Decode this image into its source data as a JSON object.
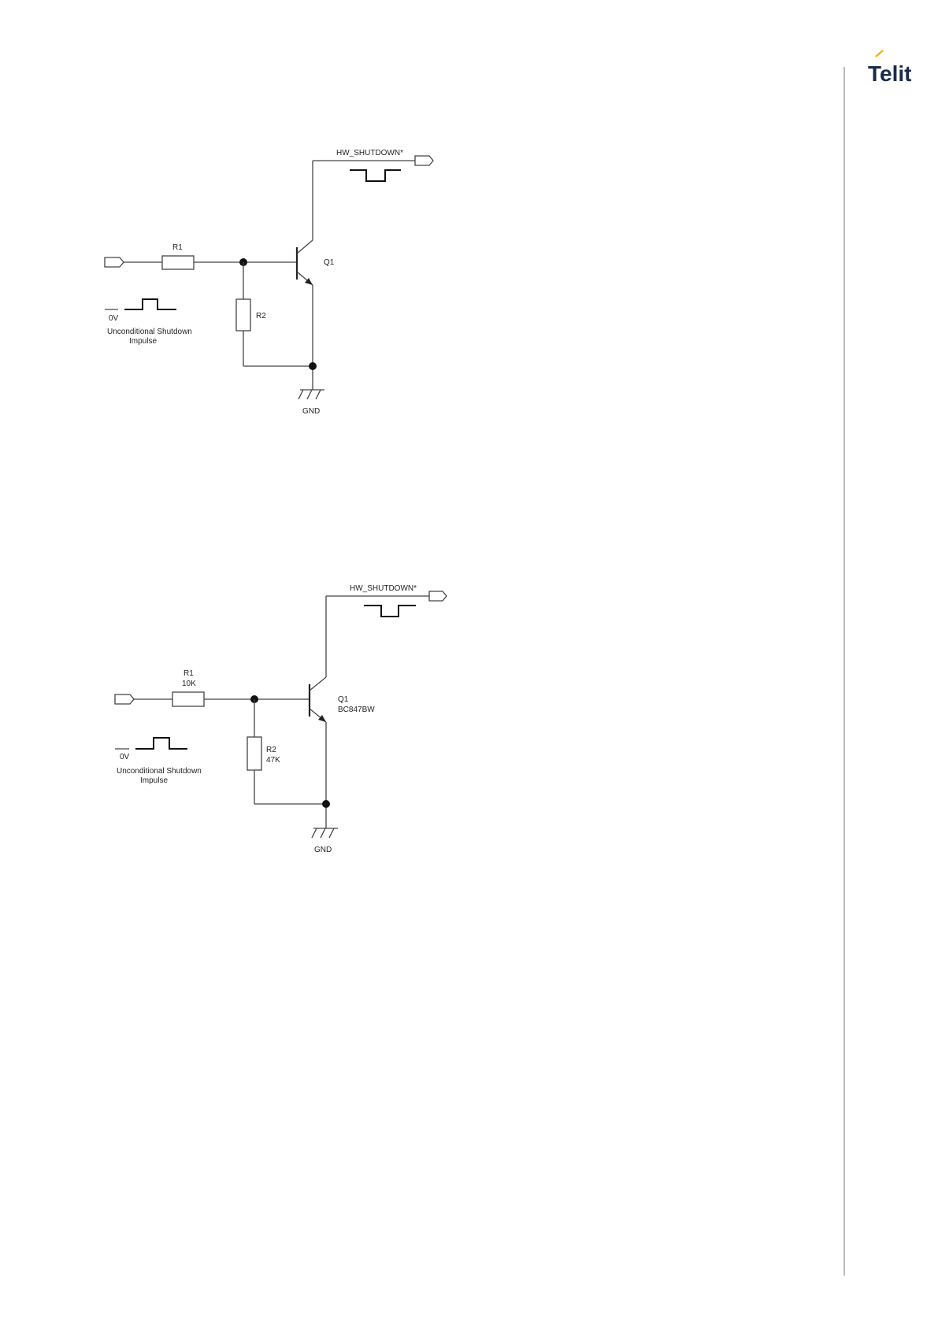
{
  "header": {
    "logo_text": "Telit",
    "brand_color": "#1a2a4a",
    "accent_color": "#f2b705"
  },
  "schematic_top": {
    "output_label": "HW_SHUTDOWN*",
    "r1": {
      "name": "R1",
      "value": ""
    },
    "r2": {
      "name": "R2",
      "value": ""
    },
    "q1": {
      "name": "Q1",
      "part": ""
    },
    "gnd": "GND",
    "level_label": "0V",
    "caption_line1": "Unconditional Shutdown",
    "caption_line2": "Impulse"
  },
  "schematic_bottom": {
    "output_label": "HW_SHUTDOWN*",
    "r1": {
      "name": "R1",
      "value": "10K"
    },
    "r2": {
      "name": "R2",
      "value": "47K"
    },
    "q1": {
      "name": "Q1",
      "part": "BC847BW"
    },
    "gnd": "GND",
    "level_label": "0V",
    "caption_line1": "Unconditional Shutdown",
    "caption_line2": "Impulse"
  },
  "colors": {
    "margin_line": "#bbbbbb",
    "wire": "#444444"
  }
}
